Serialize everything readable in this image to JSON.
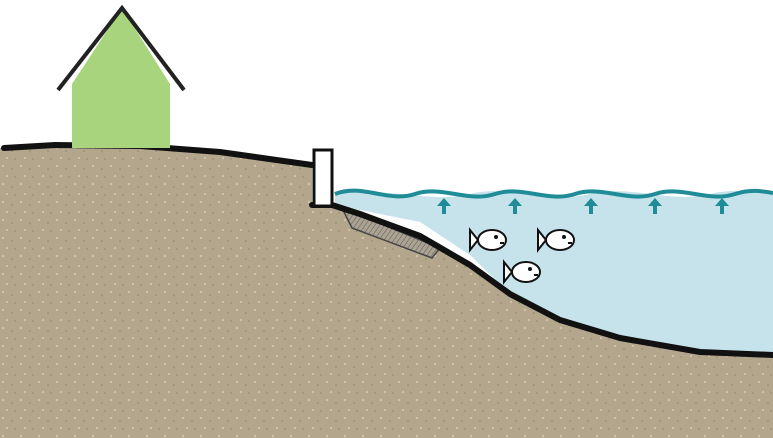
{
  "colors": {
    "background": "#ffffff",
    "soil": "#b3a68c",
    "soil_speckle": "#cfc3aa",
    "water": "#c6e2ea",
    "water_line": "#1f8c97",
    "arrow": "#1f8c97",
    "house_fill": "#a7d47c",
    "house_stroke": "#222222",
    "ground_line": "#111111",
    "revetment": "#9b9487",
    "fish_fill": "#ffffff",
    "fish_stroke": "#111111"
  },
  "elements": {
    "house": "house-icon",
    "seawall": "seawall",
    "revetment": "revetment",
    "water": "water",
    "fish": [
      "fish-icon",
      "fish-icon",
      "fish-icon"
    ],
    "rising_arrows": [
      "arrow-up-icon",
      "arrow-up-icon",
      "arrow-up-icon",
      "arrow-up-icon",
      "arrow-up-icon"
    ]
  }
}
